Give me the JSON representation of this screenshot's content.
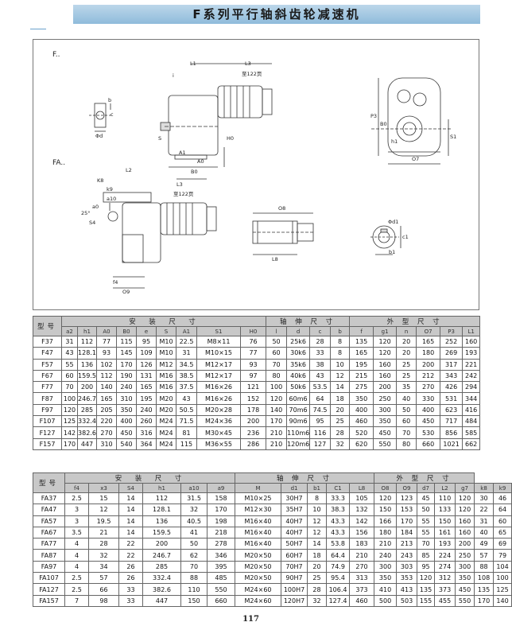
{
  "header": {
    "title": "F系列平行轴斜齿轮减速机"
  },
  "drawing": {
    "labels": {
      "f_view": "F..",
      "fa_view": "FA..",
      "L1": "L1",
      "L3": "L3",
      "L2": "L2",
      "L3b": "L3",
      "L8": "L8",
      "note1": "至122页",
      "note2": "至122页",
      "b": "b",
      "c": "c",
      "phid": "Φd",
      "i": "i",
      "f": "f",
      "S": "S",
      "A1": "A1",
      "A0": "A0",
      "H0": "H0",
      "B0": "B0",
      "B0b": "B0",
      "P3": "P3",
      "h1": "h1",
      "O7": "O7",
      "S1": "S1",
      "k8": "K8",
      "k9": "k9",
      "a10": "a10",
      "a0": "a0",
      "s4": "S4",
      "f4": "f4",
      "ang": "25°",
      "O9": "O9",
      "O8": "O8",
      "phid1": "Φd1",
      "b1": "b1",
      "c1": "c1"
    }
  },
  "table1": {
    "model_header": "型号",
    "groups": [
      {
        "label": "安　装　尺　寸",
        "span": 9
      },
      {
        "label": "轴 伸 尺 寸",
        "span": 4
      },
      {
        "label": "外 型 尺 寸",
        "span": 6
      }
    ],
    "subheaders": [
      "a2",
      "h1",
      "A0",
      "B0",
      "e",
      "S",
      "A1",
      "S1",
      "H0",
      "l",
      "d",
      "c",
      "b",
      "f",
      "g1",
      "n",
      "O7",
      "P3",
      "L1"
    ],
    "rows": [
      [
        "F37",
        "31",
        "112",
        "77",
        "115",
        "95",
        "M10",
        "22.5",
        "M8×11",
        "76",
        "50",
        "25k6",
        "28",
        "8",
        "135",
        "120",
        "20",
        "165",
        "252",
        "160"
      ],
      [
        "F47",
        "43",
        "128.1",
        "93",
        "145",
        "109",
        "M10",
        "31",
        "M10×15",
        "77",
        "60",
        "30k6",
        "33",
        "8",
        "165",
        "120",
        "20",
        "180",
        "269",
        "193"
      ],
      [
        "F57",
        "55",
        "136",
        "102",
        "170",
        "126",
        "M12",
        "34.5",
        "M12×17",
        "93",
        "70",
        "35k6",
        "38",
        "10",
        "195",
        "160",
        "25",
        "200",
        "317",
        "221"
      ],
      [
        "F67",
        "60",
        "159.5",
        "112",
        "190",
        "131",
        "M16",
        "38.5",
        "M12×17",
        "97",
        "80",
        "40k6",
        "43",
        "12",
        "215",
        "160",
        "25",
        "212",
        "343",
        "242"
      ],
      [
        "F77",
        "70",
        "200",
        "140",
        "240",
        "165",
        "M16",
        "37.5",
        "M16×26",
        "121",
        "100",
        "50k6",
        "53.5",
        "14",
        "275",
        "200",
        "35",
        "270",
        "426",
        "294"
      ],
      [
        "F87",
        "100",
        "246.7",
        "165",
        "310",
        "195",
        "M20",
        "43",
        "M16×26",
        "152",
        "120",
        "60m6",
        "64",
        "18",
        "350",
        "250",
        "40",
        "330",
        "531",
        "344"
      ],
      [
        "F97",
        "120",
        "285",
        "205",
        "350",
        "240",
        "M20",
        "50.5",
        "M20×28",
        "178",
        "140",
        "70m6",
        "74.5",
        "20",
        "400",
        "300",
        "50",
        "400",
        "623",
        "416"
      ],
      [
        "F107",
        "125",
        "332.4",
        "220",
        "400",
        "260",
        "M24",
        "71.5",
        "M24×36",
        "200",
        "170",
        "90m6",
        "95",
        "25",
        "460",
        "350",
        "60",
        "450",
        "717",
        "484"
      ],
      [
        "F127",
        "142",
        "382.6",
        "270",
        "450",
        "316",
        "M24",
        "81",
        "M30×45",
        "236",
        "210",
        "110m6",
        "116",
        "28",
        "520",
        "450",
        "70",
        "530",
        "856",
        "585"
      ],
      [
        "F157",
        "170",
        "447",
        "310",
        "540",
        "364",
        "M24",
        "115",
        "M36×55",
        "286",
        "210",
        "120m6",
        "127",
        "32",
        "620",
        "550",
        "80",
        "660",
        "1021",
        "662"
      ]
    ]
  },
  "table2": {
    "model_header": "型号",
    "groups": [
      {
        "label": "安　装　尺　寸",
        "span": 6
      },
      {
        "label": "轴 伸 尺 寸",
        "span": 5
      },
      {
        "label": "外 型 尺 寸",
        "span": 5
      }
    ],
    "subheaders": [
      "f4",
      "x3",
      "S4",
      "h1",
      "a10",
      "a9",
      "M",
      "d1",
      "b1",
      "C1",
      "L8",
      "O8",
      "O9",
      "d7",
      "L2",
      "g7",
      "k8",
      "k9"
    ],
    "rows": [
      [
        "FA37",
        "2.5",
        "15",
        "14",
        "112",
        "31.5",
        "158",
        "M10×25",
        "30H7",
        "8",
        "33.3",
        "105",
        "120",
        "123",
        "45",
        "110",
        "120",
        "30",
        "46"
      ],
      [
        "FA47",
        "3",
        "12",
        "14",
        "128.1",
        "32",
        "170",
        "M12×30",
        "35H7",
        "10",
        "38.3",
        "132",
        "150",
        "153",
        "50",
        "133",
        "120",
        "22",
        "64"
      ],
      [
        "FA57",
        "3",
        "19.5",
        "14",
        "136",
        "40.5",
        "198",
        "M16×40",
        "40H7",
        "12",
        "43.3",
        "142",
        "166",
        "170",
        "55",
        "150",
        "160",
        "31",
        "60"
      ],
      [
        "FA67",
        "3.5",
        "21",
        "14",
        "159.5",
        "41",
        "218",
        "M16×40",
        "40H7",
        "12",
        "43.3",
        "156",
        "180",
        "184",
        "55",
        "161",
        "160",
        "40",
        "65"
      ],
      [
        "FA77",
        "4",
        "28",
        "22",
        "200",
        "50",
        "278",
        "M16×40",
        "50H7",
        "14",
        "53.8",
        "183",
        "210",
        "213",
        "70",
        "193",
        "200",
        "49",
        "69"
      ],
      [
        "FA87",
        "4",
        "32",
        "22",
        "246.7",
        "62",
        "346",
        "M20×50",
        "60H7",
        "18",
        "64.4",
        "210",
        "240",
        "243",
        "85",
        "224",
        "250",
        "57",
        "79"
      ],
      [
        "FA97",
        "4",
        "34",
        "26",
        "285",
        "70",
        "395",
        "M20×50",
        "70H7",
        "20",
        "74.9",
        "270",
        "300",
        "303",
        "95",
        "274",
        "300",
        "88",
        "104"
      ],
      [
        "FA107",
        "2.5",
        "57",
        "26",
        "332.4",
        "88",
        "485",
        "M20×50",
        "90H7",
        "25",
        "95.4",
        "313",
        "350",
        "353",
        "120",
        "312",
        "350",
        "108",
        "100"
      ],
      [
        "FA127",
        "2.5",
        "66",
        "33",
        "382.6",
        "110",
        "550",
        "M24×60",
        "100H7",
        "28",
        "106.4",
        "373",
        "410",
        "413",
        "135",
        "373",
        "450",
        "135",
        "125"
      ],
      [
        "FA157",
        "7",
        "98",
        "33",
        "447",
        "150",
        "660",
        "M24×60",
        "120H7",
        "32",
        "127.4",
        "460",
        "500",
        "503",
        "155",
        "455",
        "550",
        "170",
        "140"
      ]
    ]
  },
  "footer": {
    "page_number": "117"
  }
}
